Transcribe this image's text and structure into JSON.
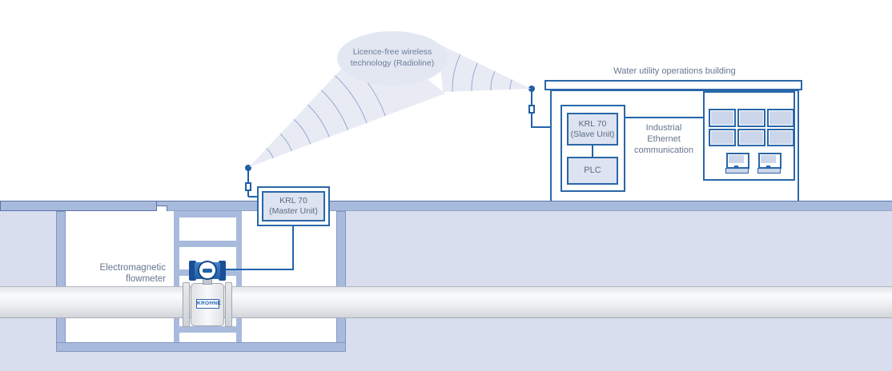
{
  "diagram": {
    "cloud": {
      "line1": "Licence-free wireless",
      "line2": "technology (Radioline)"
    },
    "building": {
      "title": "Water utility operations building",
      "slave_unit": {
        "line1": "KRL 70",
        "line2": "(Slave Unit)"
      },
      "plc_label": "PLC",
      "ethernet": {
        "line1": "Industrial",
        "line2": "Ethernet",
        "line3": "communication"
      }
    },
    "vault": {
      "master_unit": {
        "line1": "KRL 70",
        "line2": "(Master Unit)"
      },
      "flowmeter_label": {
        "line1": "Electromagnetic",
        "line2": "flowmeter"
      },
      "flowmeter_brand": "KROHNE"
    },
    "colors": {
      "outline_blue": "#2a67a8",
      "device_blue": "#2160a8",
      "box_fill_light": "#dde3f0",
      "ground_light": "#d8deee",
      "wall_purple": "#a9bbdc",
      "beam_fill": "#e8ebf4",
      "cloud_fill": "#e3e7f1",
      "label_text": "#66758f"
    }
  }
}
